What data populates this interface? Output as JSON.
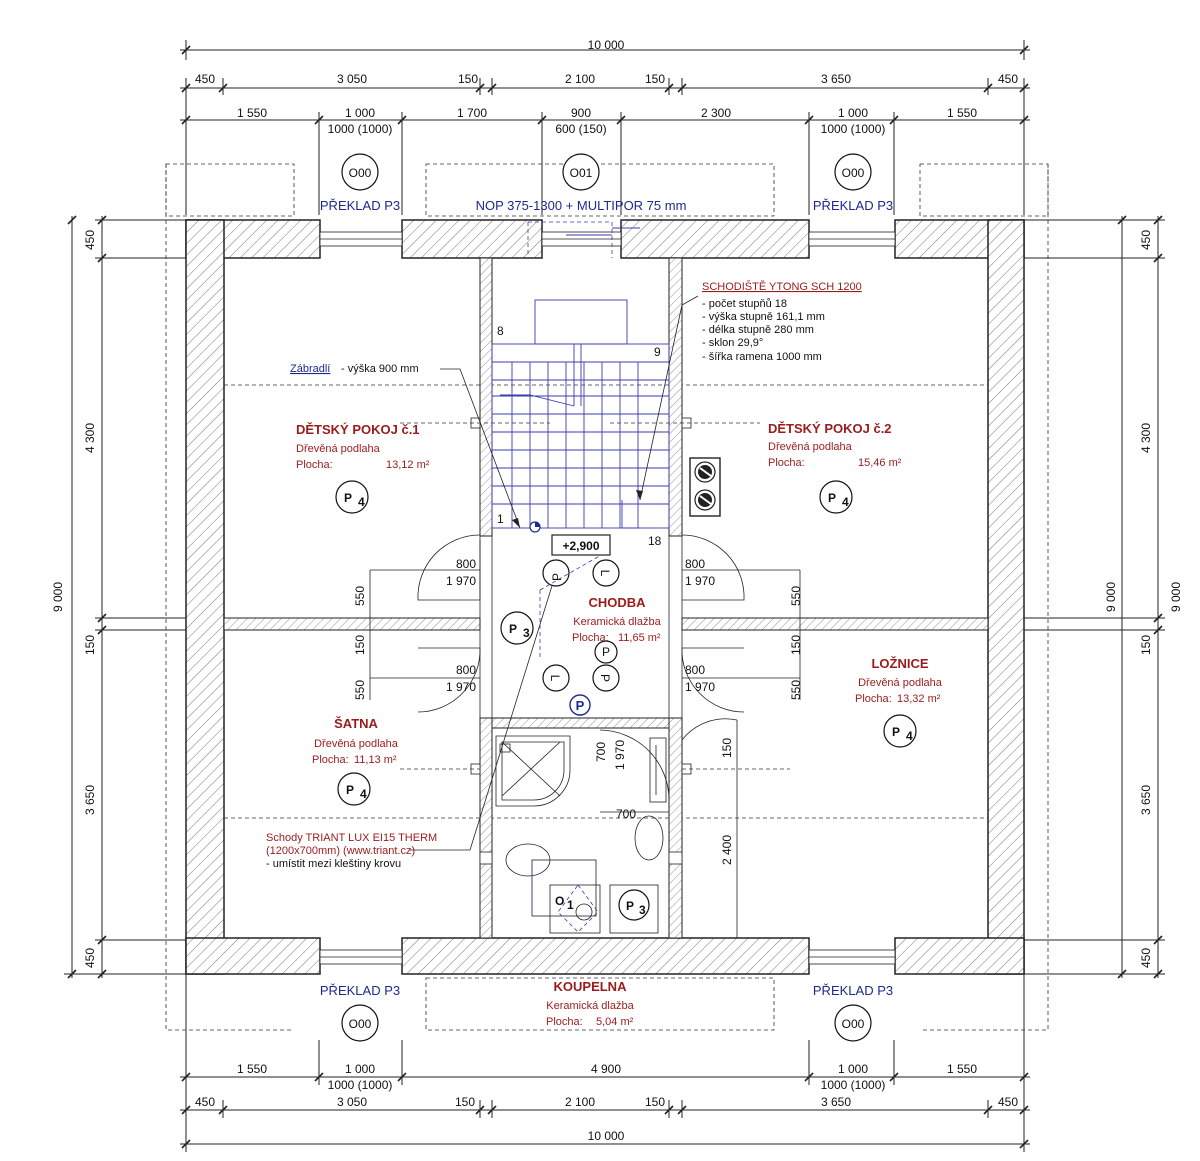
{
  "dimensions": {
    "top_total": "10 000",
    "top_row1": [
      "450",
      "3 050",
      "150",
      "2 100",
      "150",
      "3 650",
      "450"
    ],
    "top_row2": [
      "1 550",
      "1 000",
      "1 700",
      "900",
      "2 300",
      "1 000",
      "1 550"
    ],
    "top_row2_sub": [
      "1000 (1000)",
      "600 (150)",
      "1000 (1000)"
    ],
    "bottom_row2": [
      "1 550",
      "1 000",
      "4 900",
      "1 000",
      "1 550"
    ],
    "bottom_row2_sub": [
      "1000 (1000)",
      "1000 (1000)"
    ],
    "bottom_row1": [
      "450",
      "3 050",
      "150",
      "2 100",
      "150",
      "3 650",
      "450"
    ],
    "bottom_total": "10 000",
    "left_total": "9 000",
    "left_parts": [
      "450",
      "4 300",
      "150",
      "3 650",
      "450"
    ],
    "right_total": "9 000",
    "right_parts": [
      "450",
      "4 300",
      "150",
      "3 650",
      "450"
    ],
    "door": [
      "800",
      "1 970"
    ],
    "door_side": [
      "550",
      "150",
      "550"
    ],
    "bath_door": [
      "700",
      "1 970"
    ],
    "bath_dims": [
      "700",
      "150",
      "2 400"
    ]
  },
  "labels": {
    "window_top_left": "O00",
    "window_top_mid": "O01",
    "window_top_right": "O00",
    "window_bottom_left": "O00",
    "window_bottom_right": "O00",
    "lintel_top_left": "PŘEKLAD P3",
    "lintel_top_mid": "NOP 375-1300 + MULTIPOR 75 mm",
    "lintel_top_right": "PŘEKLAD P3",
    "lintel_bottom_left": "PŘEKLAD P3",
    "lintel_bottom_right": "PŘEKLAD P3",
    "railing": "Zábradlí",
    "railing_height": "- výška 900 mm",
    "stair_numbers": [
      "8",
      "9",
      "1",
      "18"
    ],
    "level": "+2,900",
    "circle_p": "P",
    "door_l": "L",
    "door_p": "P",
    "o1": "O",
    "o1_sub": "1"
  },
  "stair_spec": {
    "title": "SCHODIŠTĚ YTONG SCH 1200",
    "lines": [
      "- počet stupňů 18",
      "- výška stupně 161,1 mm",
      "- délka stupně 280 mm",
      "- sklon 29,9°",
      "- šířka ramena 1000 mm"
    ]
  },
  "attic_stairs": {
    "lines": [
      "Schody TRIANT LUX  EI15 THERM",
      "(1200x700mm) (www.triant.cz)",
      "- umístit mezi kleštiny krovu"
    ]
  },
  "rooms": {
    "kid1": {
      "name": "DĚTSKÝ POKOJ č.1",
      "floor": "Dřevěná podlaha",
      "area_label": "Plocha:",
      "area": "13,12 m²",
      "tag": "P",
      "tag_sub": "4"
    },
    "kid2": {
      "name": "DĚTSKÝ POKOJ č.2",
      "floor": "Dřevěná podlaha",
      "area_label": "Plocha:",
      "area": "15,46 m²",
      "tag": "P",
      "tag_sub": "4"
    },
    "hall": {
      "name": "CHODBA",
      "floor": "Keramická dlažba",
      "area_label": "Plocha:",
      "area": "11,65 m²",
      "tag": "P",
      "tag_sub": "3"
    },
    "bedroom": {
      "name": "LOŽNICE",
      "floor": "Dřevěná podlaha",
      "area_label": "Plocha:",
      "area": "13,32 m²",
      "tag": "P",
      "tag_sub": "4"
    },
    "closet": {
      "name": "ŠATNA",
      "floor": "Dřevěná podlaha",
      "area_label": "Plocha:",
      "area": "11,13 m²",
      "tag": "P",
      "tag_sub": "4"
    },
    "bath": {
      "name": "KOUPELNA",
      "floor": "Keramická dlažba",
      "area_label": "Plocha:",
      "area": "5,04 m²",
      "tag": "P",
      "tag_sub": "3"
    }
  },
  "colors": {
    "room_text": "#9b1b1b",
    "blue_text": "#1b2a8c",
    "stair_lines": "#3b3bb0"
  }
}
